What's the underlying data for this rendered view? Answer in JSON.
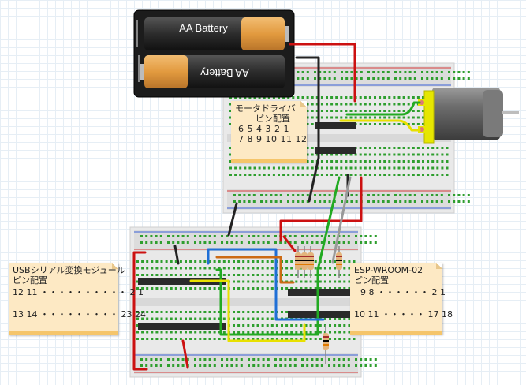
{
  "battery": {
    "label_top": "AA Battery",
    "label_bottom": "AA Battery"
  },
  "notes": {
    "motor_driver": {
      "title": "モータドライバ",
      "subtitle": "ピン配置",
      "row1": "6 5 4  3  2  1",
      "row2": "7 8 9 10 11 12"
    },
    "usb_serial": {
      "title": "USBシリアル変換モジュール",
      "subtitle": "ピン配置",
      "row1": "12 11 ・・・・・・・・・・ 2   1",
      "row2": "13 14 ・・・・・・・・・ 23 24"
    },
    "esp_wroom": {
      "title": "ESP-WROOM-02",
      "subtitle": "ピン配置",
      "row1": "9  8 ・・・・・・ 2   1",
      "row2": "10 11 ・・・・・ 17 18"
    }
  },
  "colors": {
    "breadboard": "#e9e9e9",
    "hole": "#2e9e2e",
    "rail_red": "#d63a3a",
    "rail_blue": "#3a5fd6",
    "wire_red": "#cc1111",
    "wire_black": "#222222",
    "wire_green": "#22aa22",
    "wire_yellow": "#e8e000",
    "wire_blue": "#1f6fd6",
    "wire_orange": "#cc6a14",
    "wire_gray": "#999999",
    "motor_yellow": "#e6e600",
    "battery_body": "#222222",
    "battery_cell": "#e6a24a"
  }
}
